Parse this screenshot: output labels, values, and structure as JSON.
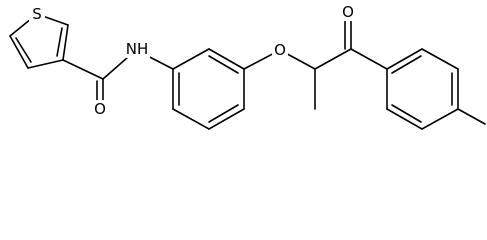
{
  "molecule": {
    "bond_color": "#000000",
    "background_color": "#ffffff",
    "atom_labels": {
      "sulfur": "S",
      "amide_nitrogen": "NH",
      "amide_oxygen": "O",
      "ether_oxygen": "O",
      "ketone_oxygen": "O"
    }
  }
}
